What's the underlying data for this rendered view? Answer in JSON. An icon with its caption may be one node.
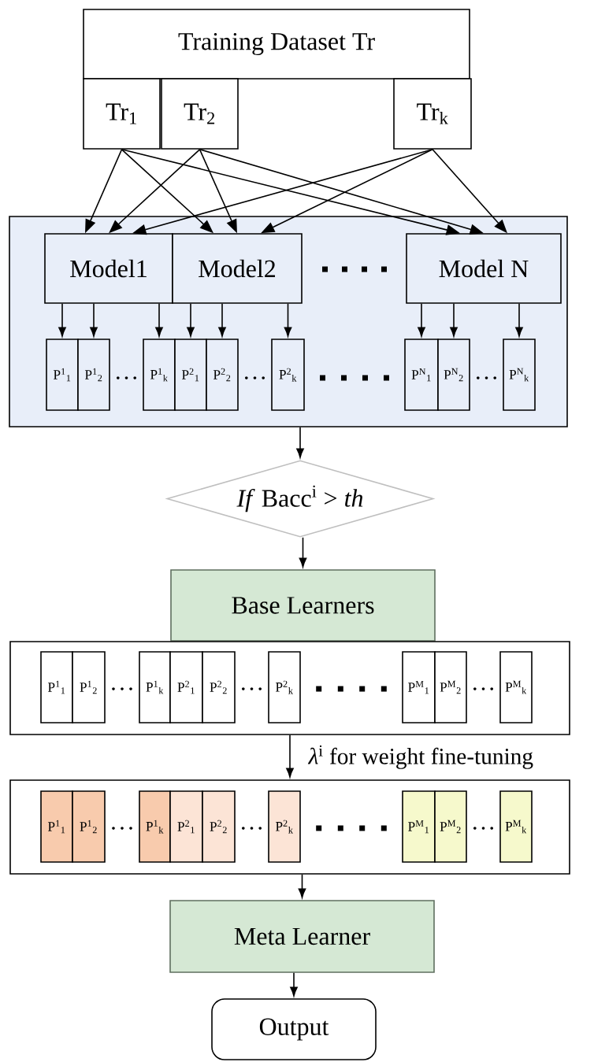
{
  "diagram": {
    "nodes": [
      {
        "text": [
          "Training Dataset Tr"
        ]
      },
      {
        "text": [
          "Tr$_{1}$"
        ]
      },
      {
        "text": [
          "Tr$_{2}$"
        ]
      },
      {
        "text": [
          "Tr$_{k}$"
        ]
      },
      {
        "text": [],
        "shape": "box"
      },
      {
        "text": [
          "Model1"
        ],
        "in": 4
      },
      {
        "text": [
          "Model2"
        ],
        "in": 4
      },
      {
        "text": [
          "Model N"
        ],
        "in": 4
      },
      {
        "text": [
          "P$^{1}$$_{1}$"
        ],
        "in": 4
      },
      {
        "text": [
          "P$^{1}$$_{2}$"
        ],
        "in": 4
      },
      {
        "text": [
          "P$^{1}$$_{k}$"
        ],
        "in": 4
      },
      {
        "text": [
          "P$^{2}$$_{1}$"
        ],
        "in": 4
      },
      {
        "text": [
          "P$^{2}$$_{2}$"
        ],
        "in": 4
      },
      {
        "text": [
          "P$^{2}$$_{k}$"
        ],
        "in": 4
      },
      {
        "text": [
          "P$^{N}$$_{1}$"
        ],
        "in": 4
      },
      {
        "text": [
          "P$^{N}$$_{2}$"
        ],
        "in": 4
      },
      {
        "text": [
          "P$^{N}$$_{k}$"
        ],
        "in": 4
      },
      {
        "text": [
          "*If* Bacc$^{i}$ > *th*"
        ]
      },
      {
        "text": [
          "Base Learners"
        ]
      },
      {
        "text": [],
        "shape": "box"
      },
      {
        "text": [
          "P$^{1}$$_{1}$"
        ],
        "in": 19
      },
      {
        "text": [
          "P$^{1}$$_{2}$"
        ],
        "in": 19
      },
      {
        "text": [
          "P$^{1}$$_{k}$"
        ],
        "in": 19
      },
      {
        "text": [
          "P$^{2}$$_{1}$"
        ],
        "in": 19
      },
      {
        "text": [
          "P$^{2}$$_{2}$"
        ],
        "in": 19
      },
      {
        "text": [
          "P$^{2}$$_{k}$"
        ],
        "in": 19
      },
      {
        "text": [
          "P$^{M}$$_{1}$"
        ],
        "in": 19
      },
      {
        "text": [
          "P$^{M}$$_{2}$"
        ],
        "in": 19
      },
      {
        "text": [
          "P$^{M}$$_{k}$"
        ],
        "in": 19
      },
      {
        "text": [],
        "shape": "box"
      },
      {
        "text": [
          "P$^{1}$$_{1}$"
        ],
        "in": 29
      },
      {
        "text": [
          "P$^{1}$$_{2}$"
        ],
        "in": 29
      },
      {
        "text": [
          "P$^{1}$$_{k}$"
        ],
        "in": 29
      },
      {
        "text": [
          "P$^{2}$$_{1}$"
        ],
        "in": 29
      },
      {
        "text": [
          "P$^{2}$$_{2}$"
        ],
        "in": 29
      },
      {
        "text": [
          "P$^{2}$$_{k}$"
        ],
        "in": 29
      },
      {
        "text": [
          "P$^{M}$$_{1}$"
        ],
        "in": 29
      },
      {
        "text": [
          "P$^{M}$$_{2}$"
        ],
        "in": 29
      },
      {
        "text": [
          "P$^{M}$$_{k}$"
        ],
        "in": 29
      },
      {
        "text": [
          "Meta Learner"
        ]
      },
      {
        "text": [
          "Output"
        ]
      }
    ],
    "edges": [
      {
        "from": 1,
        "to": 5,
        "arrow": "to"
      },
      {
        "from": 1,
        "to": 6,
        "arrow": "to"
      },
      {
        "from": 1,
        "to": 7,
        "arrow": "to"
      },
      {
        "from": 2,
        "to": 5,
        "arrow": "to"
      },
      {
        "from": 2,
        "to": 6,
        "arrow": "to"
      },
      {
        "from": 2,
        "to": 7,
        "arrow": "to"
      },
      {
        "from": 3,
        "to": 5,
        "arrow": "to"
      },
      {
        "from": 3,
        "to": 6,
        "arrow": "to"
      },
      {
        "from": 3,
        "to": 7,
        "arrow": "to"
      },
      {
        "from": 5,
        "to": 8,
        "arrow": "to"
      },
      {
        "from": 5,
        "to": 9,
        "arrow": "to"
      },
      {
        "from": 5,
        "to": 10,
        "arrow": "to"
      },
      {
        "from": 6,
        "to": 11,
        "arrow": "to"
      },
      {
        "from": 6,
        "to": 12,
        "arrow": "to"
      },
      {
        "from": 6,
        "to": 13,
        "arrow": "to"
      },
      {
        "from": 7,
        "to": 14,
        "arrow": "to"
      },
      {
        "from": 7,
        "to": 15,
        "arrow": "to"
      },
      {
        "from": 7,
        "to": 16,
        "arrow": "to"
      },
      {
        "from": 4,
        "to": 17,
        "arrow": "to"
      },
      {
        "from": 17,
        "to": 18,
        "arrow": "to"
      },
      {
        "from": 19,
        "to": 29,
        "arrow": "to",
        "label": "*λ*$^{i}$ for weight fine-tuning"
      },
      {
        "from": 29,
        "to": 39,
        "arrow": "to"
      },
      {
        "from": 39,
        "to": 40,
        "arrow": "to"
      }
    ]
  }
}
